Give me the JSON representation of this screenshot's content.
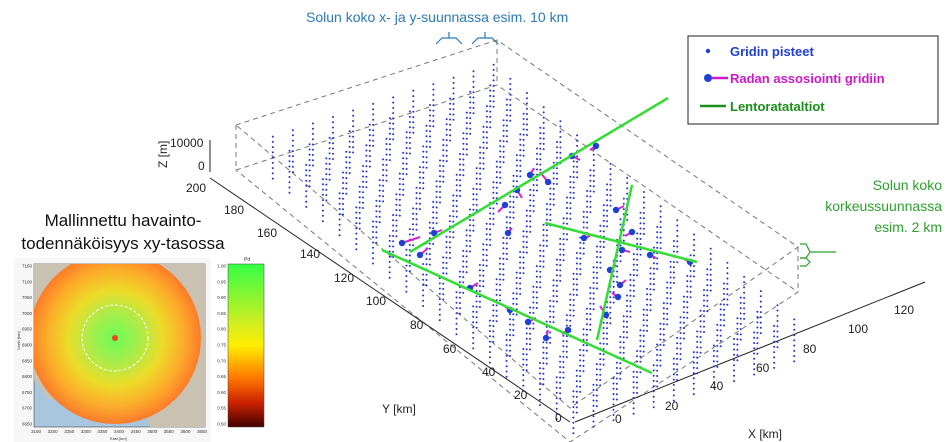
{
  "annotations": {
    "cell_xy": "Solun koko x- ja y-suunnassa esim. 10 km",
    "cell_z_line1": "Solun koko",
    "cell_z_line2": "korkeussuunnassa",
    "cell_z_line3": "esim. 2 km",
    "inset_title_line1": "Mallinnettu havainto-",
    "inset_title_line2": "todennäköisyys xy-tasossa"
  },
  "legend": {
    "items": [
      {
        "label": "Gridin pisteet",
        "color": "#1f3fd6"
      },
      {
        "label": "Radan assosiointi gridiin",
        "color": "#cc19cc"
      },
      {
        "label": "Lentoratataltiot",
        "color": "#1a8f1a"
      }
    ]
  },
  "axes": {
    "z_label": "Z [m]",
    "y_label": "Y [km]",
    "x_label": "X [km]",
    "z_ticks": [
      "10000",
      "0"
    ],
    "y_ticks": [
      "200",
      "180",
      "160",
      "140",
      "120",
      "100",
      "80",
      "60",
      "40",
      "20",
      "0"
    ],
    "x_ticks": [
      "0",
      "20",
      "40",
      "60",
      "80",
      "100",
      "120"
    ]
  },
  "inset": {
    "ylabel": "North [km]",
    "xlabel": "East [km]",
    "y_ticks": [
      "7150",
      "7100",
      "7050",
      "7000",
      "6950",
      "6900",
      "6850",
      "6800",
      "6750",
      "6700",
      "6650"
    ],
    "x_ticks": [
      "3150",
      "3200",
      "3250",
      "3300",
      "3350",
      "3400",
      "3450",
      "3500",
      "3550",
      "3600",
      "3650"
    ],
    "colorbar_label": "Pd",
    "colorbar_ticks": [
      "1.00",
      "0.95",
      "0.90",
      "0.85",
      "0.80",
      "0.75",
      "0.70",
      "0.65",
      "0.60",
      "0.55",
      "0.50"
    ],
    "colors": {
      "high": "#33ff44",
      "mid": "#ffee00",
      "low": "#ff4400",
      "lowest": "#440000"
    }
  },
  "colors": {
    "grid_points": "#2233cc",
    "association": "#dd22cc",
    "tracks": "#33dd33",
    "annotation_blue": "#2a7ab8",
    "annotation_green": "#2ca02c"
  }
}
